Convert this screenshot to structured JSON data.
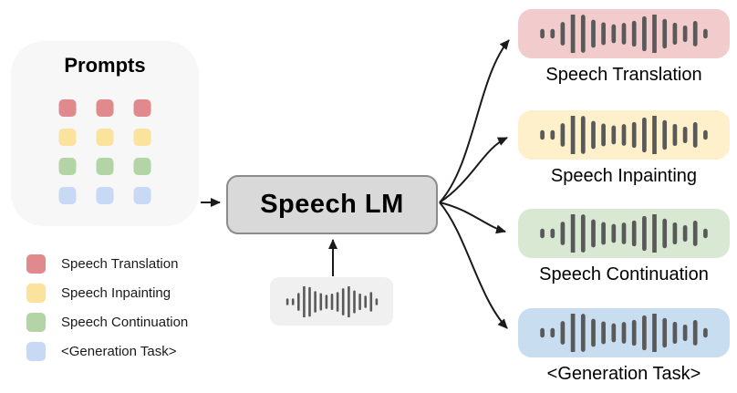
{
  "prompts_panel": {
    "title": "Prompts",
    "fill": "#f7f7f8",
    "grid": {
      "columns": 3,
      "rows": [
        {
          "name": "speech-translation",
          "color": "#e08a8e"
        },
        {
          "name": "speech-inpainting",
          "color": "#fbe29d"
        },
        {
          "name": "speech-continuation",
          "color": "#b3d5a6"
        },
        {
          "name": "generation-task",
          "color": "#c7d9f4"
        }
      ]
    }
  },
  "legend": {
    "items": [
      {
        "label": "Speech Translation",
        "color": "#e08a8e"
      },
      {
        "label": "Speech Inpainting",
        "color": "#fbe29d"
      },
      {
        "label": "Speech Continuation",
        "color": "#b3d5a6"
      },
      {
        "label": "<Generation Task>",
        "color": "#c7d9f4"
      }
    ]
  },
  "model": {
    "label": "Speech LM",
    "fill": "#d9d9d9",
    "border": "#8b8b8b"
  },
  "input_audio": {
    "icon": "waveform-icon",
    "fill": "#f0f0f1"
  },
  "outputs": [
    {
      "label": "Speech Translation",
      "color": "#f2cbcc",
      "icon": "waveform-icon"
    },
    {
      "label": "Speech Inpainting",
      "color": "#fdf0ca",
      "icon": "waveform-icon"
    },
    {
      "label": "Speech Continuation",
      "color": "#d8e8d2",
      "icon": "waveform-icon"
    },
    {
      "label": "<Generation Task>",
      "color": "#c9ddf1",
      "icon": "waveform-icon"
    }
  ],
  "waveform_icon": {
    "color": "#595959",
    "bar_heights": [
      0.14,
      0.14,
      0.5,
      1.0,
      0.88,
      0.62,
      0.48,
      0.38,
      0.45,
      0.56,
      0.8,
      0.97,
      0.66,
      0.46,
      0.32,
      0.55,
      0.14
    ]
  },
  "arrows": {
    "color": "#1a1a1a"
  }
}
